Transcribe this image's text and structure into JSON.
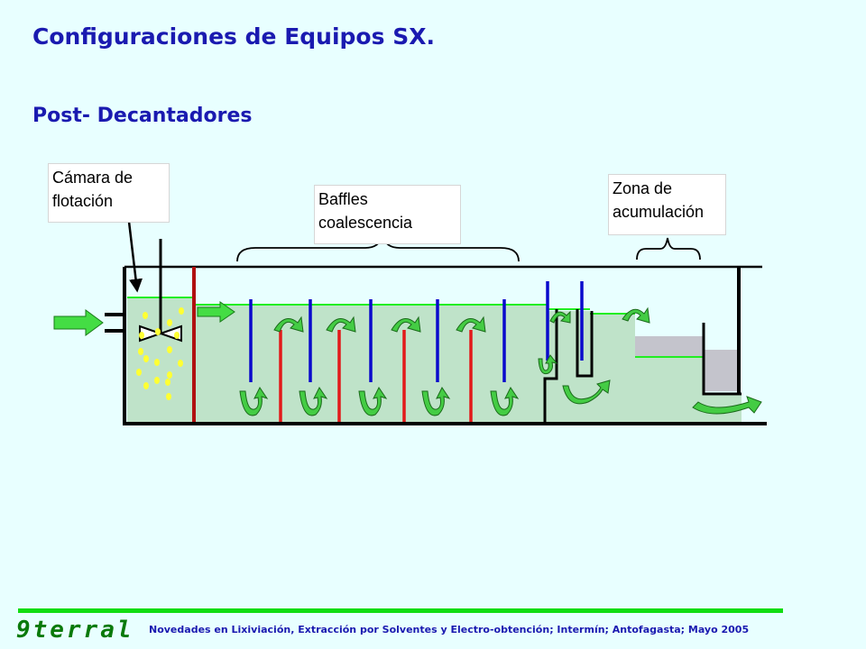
{
  "slide": {
    "title": "Configuraciones de Equipos SX.",
    "subtitle": "Post- Decantadores"
  },
  "diagram": {
    "labels": {
      "flotation_chamber": "Cámara de\nflotación",
      "coalescence_baffles": "Baffles\ncoalescencia",
      "accumulation_zone": "Zona de\nacumulación"
    },
    "colors": {
      "liquid": "#bfe3c9",
      "liquid_surface": "#22ee22",
      "tank_wall": "#000000",
      "baffle_top": "#0a0acc",
      "baffle_bottom": "#e21a1a",
      "divider": "#b01010",
      "arrow_fill": "#44cc44",
      "droplet": "#ffff33",
      "organic_layer": "#c4c4cc"
    }
  },
  "footer": {
    "logo": "9terral",
    "text": "Novedades en Lixiviación, Extracción por Solventes y Electro-obtención;  Intermín;  Antofagasta;  Mayo 2005"
  }
}
